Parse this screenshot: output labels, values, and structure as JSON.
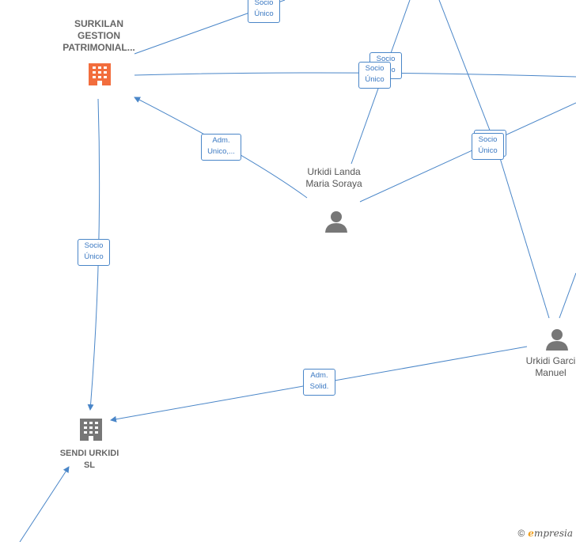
{
  "nodes": {
    "surkilan": {
      "label": "SURKILAN GESTION PATRIMONIAL...",
      "kind": "company",
      "color": "#f26d3d"
    },
    "sendi": {
      "label": "SENDI URKIDI SL",
      "kind": "company",
      "color": "#777777"
    },
    "soraya": {
      "label": "Urkidi Landa Maria Soraya",
      "kind": "person"
    },
    "manuel": {
      "label": "Urkidi Garci Manuel",
      "kind": "person"
    }
  },
  "edge_labels": {
    "e1": "Socio Único",
    "e2": "Socio Único",
    "e3": "Socio Único",
    "e4": "Adm. Unico,...",
    "e5": "Socio Único",
    "e6": "Socio Único",
    "e7": "Adm. Solid."
  },
  "colors": {
    "edge": "#4a86c8",
    "person": "#777777"
  },
  "watermark": {
    "copyright": "©",
    "brand": "mpresia",
    "brand_initial": "e"
  }
}
